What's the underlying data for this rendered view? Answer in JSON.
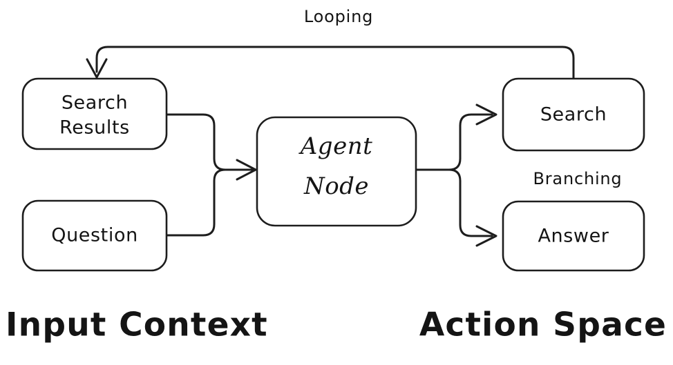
{
  "diagram": {
    "title_visible": false,
    "background_color": "#ffffff",
    "stroke_color": "#1d1d1d",
    "text_color": "#141414",
    "nodes": [
      {
        "id": "search-results",
        "label_line1": "Search",
        "label_line2": "Results",
        "group": "input-context"
      },
      {
        "id": "question",
        "label_line1": "Question",
        "label_line2": "",
        "group": "input-context"
      },
      {
        "id": "agent-node",
        "label_line1": "Agent",
        "label_line2": "Node",
        "group": "center"
      },
      {
        "id": "search",
        "label_line1": "Search",
        "label_line2": "",
        "group": "action-space"
      },
      {
        "id": "answer",
        "label_line1": "Answer",
        "label_line2": "",
        "group": "action-space"
      }
    ],
    "edge_labels": {
      "looping": "Looping",
      "branching": "Branching"
    },
    "section_labels": {
      "left": "Input Context",
      "right": "Action Space"
    }
  }
}
